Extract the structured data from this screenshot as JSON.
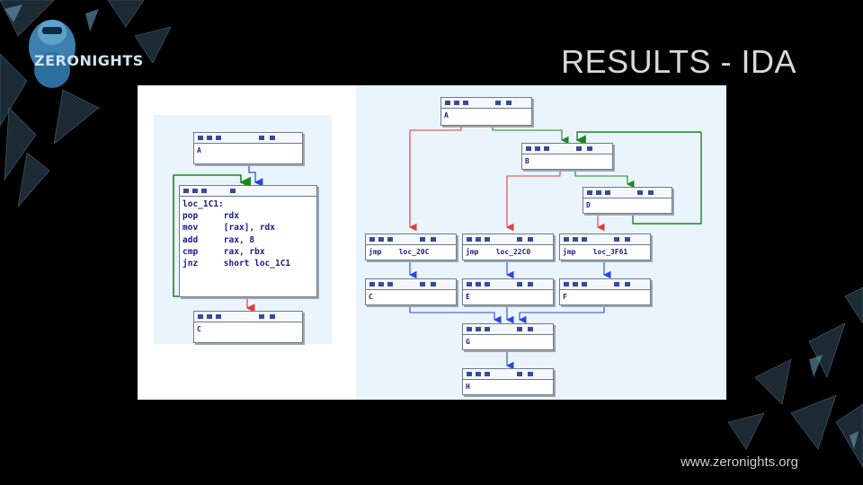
{
  "slide": {
    "title": "RESULTS - IDA",
    "logo_text": "ZERONIGHTS",
    "url": "www.zeronights.org"
  },
  "left_graph": {
    "node_a": "A",
    "loop": {
      "label": "loc_1C1:",
      "lines": [
        {
          "mnemonic": "pop",
          "operands": "rdx"
        },
        {
          "mnemonic": "mov",
          "operands": "[rax], rdx"
        },
        {
          "mnemonic": "add",
          "operands": "rax, 8"
        },
        {
          "mnemonic": "cmp",
          "operands": "rax, rbx"
        },
        {
          "mnemonic": "jnz",
          "operands": "short loc_1C1"
        }
      ]
    },
    "node_c": "C"
  },
  "right_graph": {
    "node_a": "A",
    "node_b": "B",
    "node_d": "D",
    "jmp1": {
      "mnemonic": "jmp",
      "target": "loc_20C"
    },
    "jmp2": {
      "mnemonic": "jmp",
      "target": "loc_22C0"
    },
    "jmp3": {
      "mnemonic": "jmp",
      "target": "loc_3F61"
    },
    "node_c": "C",
    "node_e": "E",
    "node_f": "F",
    "node_g": "G",
    "node_h": "H"
  },
  "colors": {
    "edge_green": "#1a8a1a",
    "edge_red": "#e23c3c",
    "edge_blue": "#2a48d8",
    "panel_bg": "#eaf4fc",
    "code_text": "#1a1a8c"
  }
}
